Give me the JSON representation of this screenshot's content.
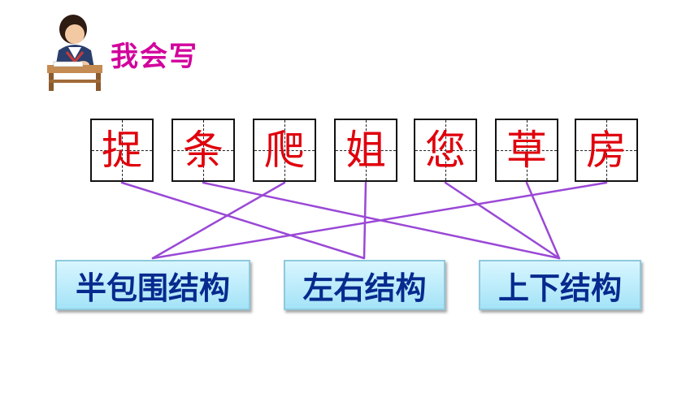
{
  "title": "我会写",
  "characters": [
    "捉",
    "条",
    "爬",
    "姐",
    "您",
    "草",
    "房"
  ],
  "categories": [
    "半包围结构",
    "左右结构",
    "上下结构"
  ],
  "colors": {
    "title": "#d2009c",
    "character": "#e0000c",
    "category_text": "#062a8e",
    "connector": "#9a48d6"
  }
}
